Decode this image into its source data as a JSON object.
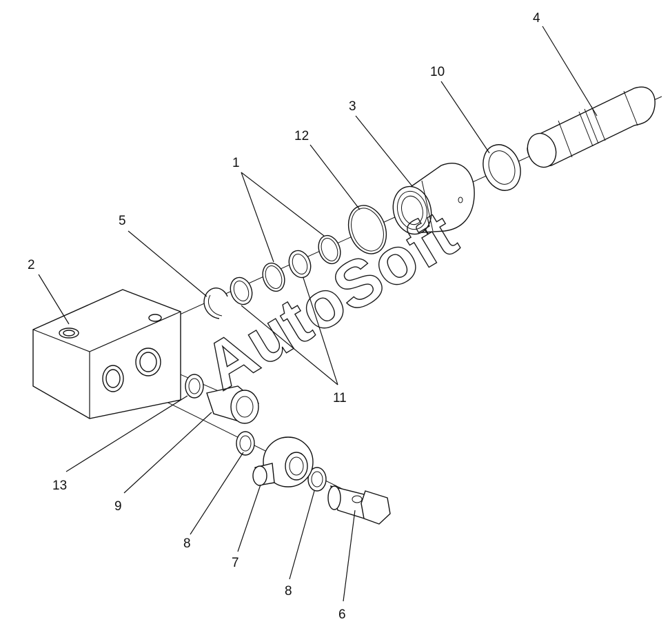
{
  "diagram": {
    "watermark": "AutoSoft",
    "callouts": [
      {
        "id": "1",
        "text": "1"
      },
      {
        "id": "2",
        "text": "2"
      },
      {
        "id": "3",
        "text": "3"
      },
      {
        "id": "4",
        "text": "4"
      },
      {
        "id": "5",
        "text": "5"
      },
      {
        "id": "6",
        "text": "6"
      },
      {
        "id": "7",
        "text": "7"
      },
      {
        "id": "8a",
        "text": "8"
      },
      {
        "id": "8b",
        "text": "8"
      },
      {
        "id": "9",
        "text": "9"
      },
      {
        "id": "10",
        "text": "10"
      },
      {
        "id": "11",
        "text": "11"
      },
      {
        "id": "12",
        "text": "12"
      },
      {
        "id": "13",
        "text": "13"
      }
    ]
  }
}
